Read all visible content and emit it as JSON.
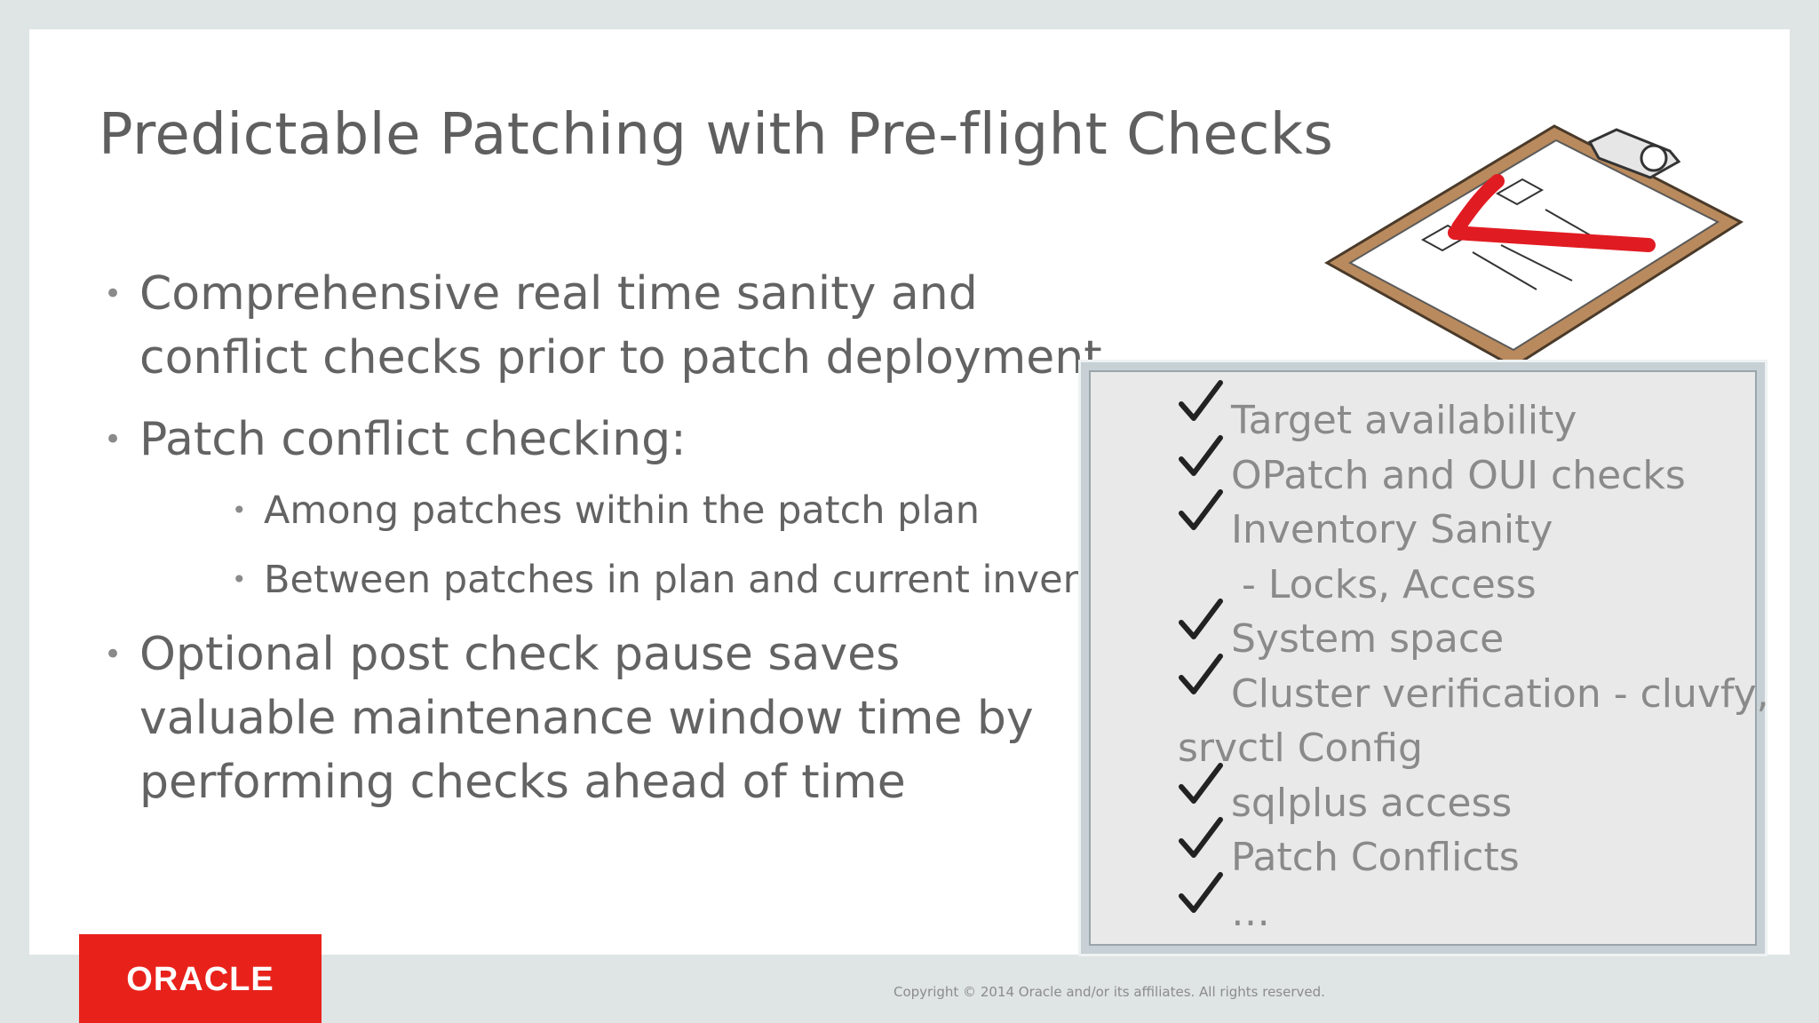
{
  "slide": {
    "title": "Predictable Patching with Pre-flight Checks",
    "bullets": {
      "b1": "Comprehensive real time sanity and conflict checks prior to patch deployment",
      "b2": "Patch conflict checking:",
      "b2_sub": [
        "Among patches within the patch plan",
        "Between patches in plan and current inventory"
      ],
      "b3": "Optional post check pause saves valuable maintenance window time by performing checks ahead of time"
    },
    "checklist": {
      "items": [
        "Target availability",
        "OPatch and OUI checks",
        "Inventory Sanity",
        "- Locks, Access",
        "System space",
        "Cluster verification - cluvfy,",
        "srvctl Config",
        "sqlplus access",
        "Patch Conflicts",
        "…"
      ]
    },
    "logo_text": "ORACLE",
    "copyright": "Copyright © 2014 Oracle and/or its affiliates. All rights reserved."
  },
  "colors": {
    "background": "#dfe4e4",
    "title_text": "#5f5f5f",
    "body_text": "#636363",
    "checklist_text": "#8a8a8a",
    "brand_red": "#e8221b",
    "clipboard_brown": "#b98a5d",
    "check_mark_red": "#e11b22"
  },
  "icons": [
    "clipboard-icon",
    "check-icon",
    "oracle-logo"
  ]
}
